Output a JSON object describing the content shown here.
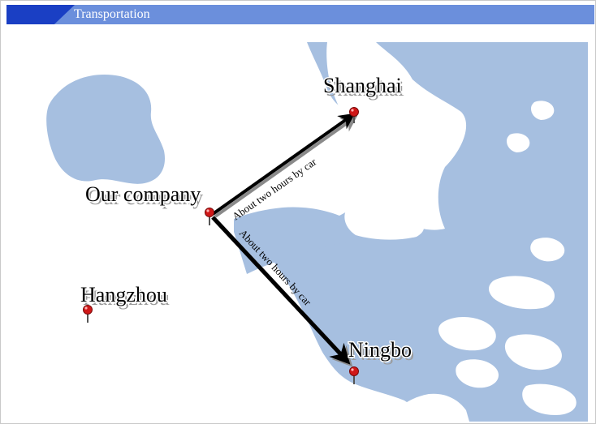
{
  "header": {
    "title": "Transportation"
  },
  "map": {
    "colors": {
      "land": "#ffffff",
      "water": "#a6bfe0",
      "route": "#000000",
      "pin": "#d01818"
    },
    "places": [
      {
        "id": "shanghai",
        "label": "Shanghai"
      },
      {
        "id": "our-company",
        "label": "Our company"
      },
      {
        "id": "hangzhou",
        "label": "Hangzhou"
      },
      {
        "id": "ningbo",
        "label": "Ningbo"
      }
    ],
    "routes": [
      {
        "from": "Our company",
        "to": "Shanghai",
        "label": "About two hours by car"
      },
      {
        "from": "Our company",
        "to": "Ningbo",
        "label": "About two hours by car"
      }
    ]
  }
}
